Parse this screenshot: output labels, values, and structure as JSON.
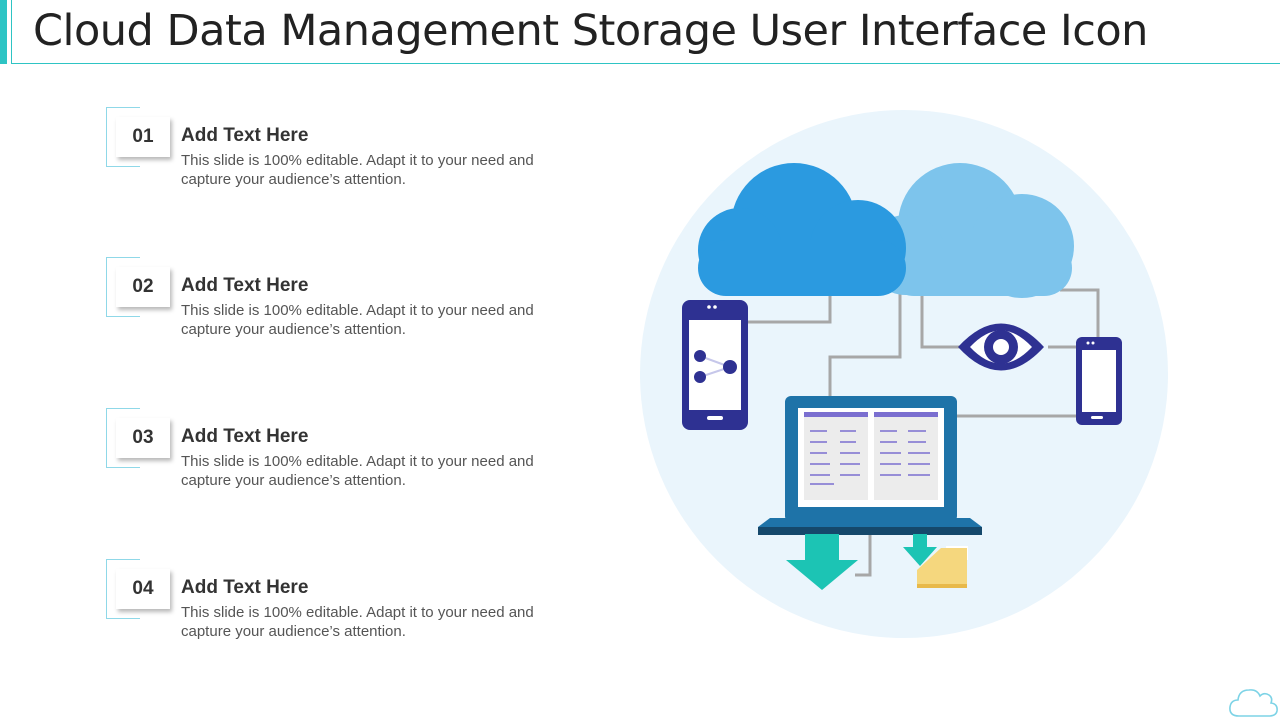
{
  "title": "Cloud Data Management Storage User Interface Icon",
  "items": [
    {
      "number": "01",
      "heading": "Add Text Here",
      "description": "This slide is 100% editable. Adapt it to your need and capture your audience’s attention."
    },
    {
      "number": "02",
      "heading": "Add Text Here",
      "description": "This slide is 100% editable. Adapt it to your need and capture your audience’s attention."
    },
    {
      "number": "03",
      "heading": "Add Text Here",
      "description": "This slide is 100% editable. Adapt it to your need and capture your audience’s attention."
    },
    {
      "number": "04",
      "heading": "Add Text Here",
      "description": "This slide is 100% editable. Adapt it to your need and capture your audience’s attention."
    }
  ],
  "colors": {
    "accent": "#2ec4c4",
    "cloud_dark": "#2b9ae0",
    "cloud_light": "#7dc4ec",
    "device": "#2e3192",
    "laptop": "#1e73a8",
    "arrow": "#1cc4b4",
    "folder": "#f5d77e",
    "backdrop": "#eaf5fc"
  },
  "icons": [
    "cloud-icon",
    "phone-icon",
    "share-icon",
    "eye-icon",
    "laptop-icon",
    "download-arrow-icon",
    "folder-icon"
  ]
}
